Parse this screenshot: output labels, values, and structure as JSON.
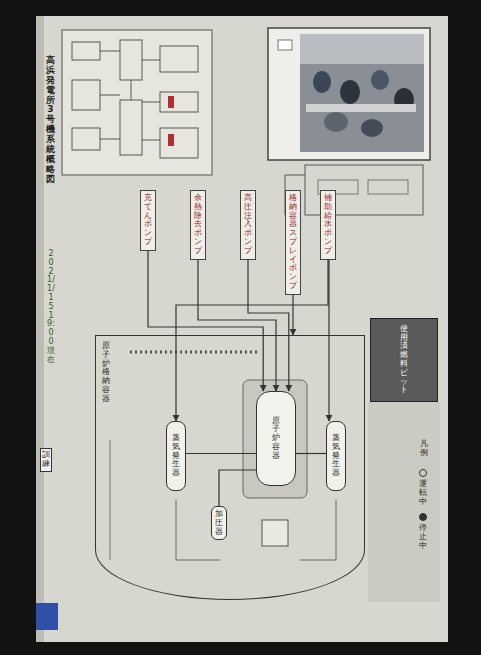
{
  "diagram": {
    "title": "高浜発電所3号機 系統概略図",
    "nodes": [
      {
        "text": [
          "原子炉格納容器"
        ]
      },
      {
        "text": [
          "原子炉容器"
        ],
        "in": 0
      },
      {
        "text": [
          "蒸気発生器"
        ],
        "in": 0
      },
      {
        "text": [
          "蒸気発生器"
        ],
        "in": 0
      },
      {
        "text": [
          "加圧器"
        ],
        "in": 0
      },
      {
        "text": [
          "使用済燃料ピット"
        ]
      },
      {
        "text": [
          "充てんポンプ"
        ]
      },
      {
        "text": [
          "余熱除去ポンプ"
        ]
      },
      {
        "text": [
          "高圧注入ポンプ"
        ]
      },
      {
        "text": [
          "格納容器スプレイポンプ"
        ]
      },
      {
        "text": [
          "補助給水ポンプ"
        ]
      }
    ],
    "edges": [
      {
        "from": 6,
        "to": 1,
        "arrow": "to"
      },
      {
        "from": 7,
        "to": 1,
        "arrow": "to"
      },
      {
        "from": 8,
        "to": 1,
        "arrow": "to"
      },
      {
        "from": 9,
        "to": 0,
        "arrow": "to"
      },
      {
        "from": 10,
        "to": 2,
        "arrow": "to"
      },
      {
        "from": 10,
        "to": 3,
        "arrow": "to"
      },
      {
        "from": 2,
        "to": 1,
        "arrow": "none"
      },
      {
        "from": 3,
        "to": 1,
        "arrow": "none"
      },
      {
        "from": 4,
        "to": 1,
        "arrow": "none"
      }
    ],
    "labels": [
      "2021/1/15 19:00 現在",
      "訓練",
      "凡例"
    ],
    "legend": [
      {
        "text": "運転中"
      },
      {
        "text": "停止中"
      }
    ]
  }
}
